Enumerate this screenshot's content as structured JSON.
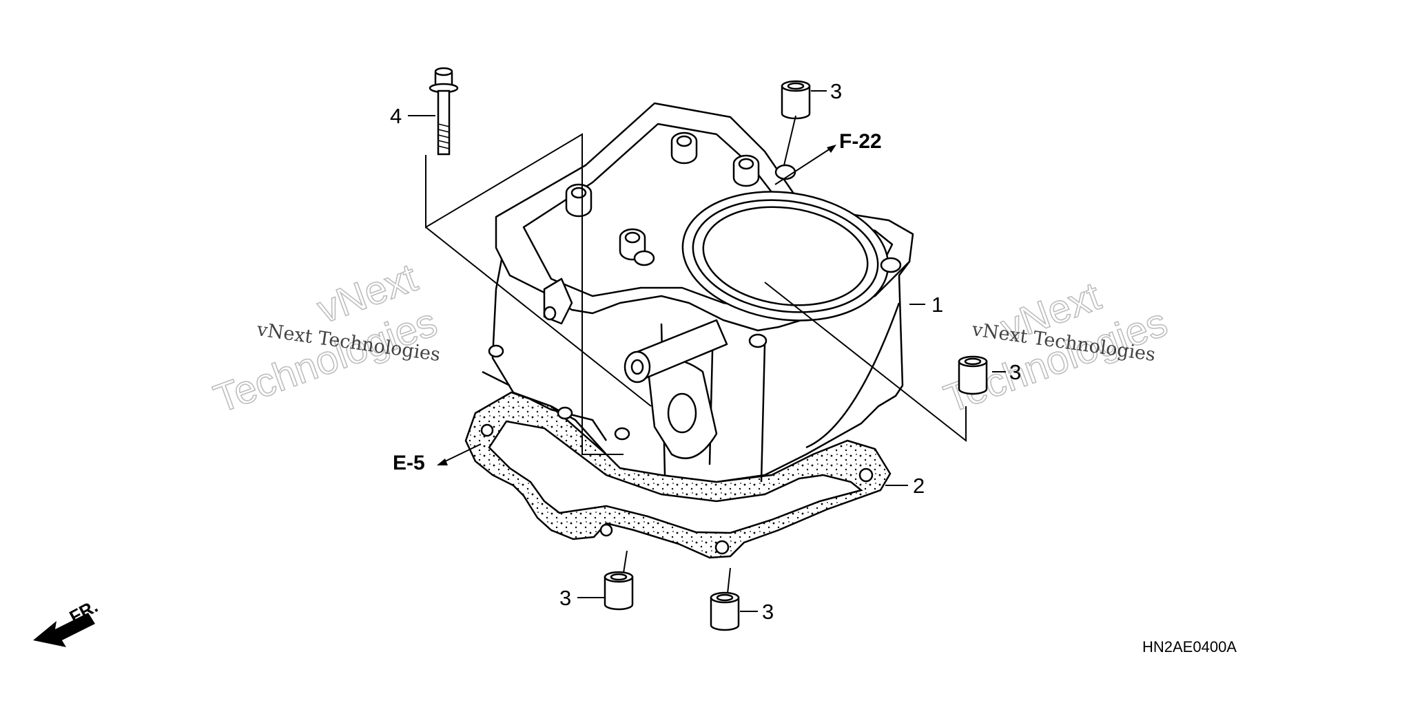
{
  "diagram": {
    "part_callouts": [
      {
        "id": "cylinder",
        "label": "1"
      },
      {
        "id": "gasket",
        "label": "2"
      },
      {
        "id": "dowel-top",
        "label": "3"
      },
      {
        "id": "dowel-right",
        "label": "3"
      },
      {
        "id": "dowel-bottom-left",
        "label": "3"
      },
      {
        "id": "dowel-bottom-right",
        "label": "3"
      },
      {
        "id": "bolt",
        "label": "4"
      }
    ],
    "references": [
      {
        "id": "head",
        "label": "F-22"
      },
      {
        "id": "crankcase",
        "label": "E-5"
      }
    ],
    "direction_label": "FR.",
    "drawing_code": "HN2AE0400A",
    "watermarks": [
      {
        "line1": "vNext",
        "line2": "Technologies",
        "caption": "vNext Technologies"
      },
      {
        "line1": "vNext",
        "line2": "Technologies",
        "caption": "vNext Technologies"
      }
    ],
    "colors": {
      "ink": "#000000",
      "watermark": "#bdbdbd",
      "background": "#ffffff"
    }
  }
}
